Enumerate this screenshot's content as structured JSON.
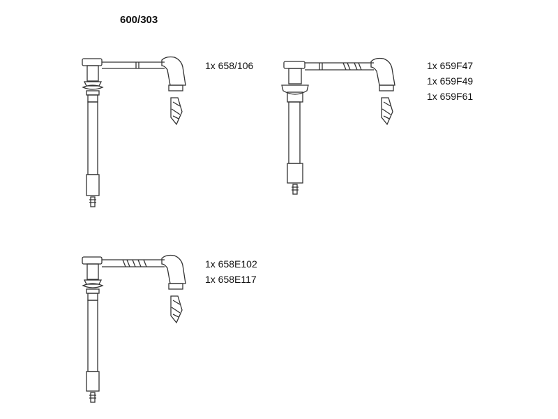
{
  "title": "600/303",
  "groups": [
    {
      "lines": [
        "1x 658/106"
      ]
    },
    {
      "lines": [
        "1x 659F47",
        "1x 659F49",
        "1x 659F61"
      ]
    },
    {
      "lines": [
        "1x 658E102",
        "1x 658E117"
      ]
    }
  ]
}
